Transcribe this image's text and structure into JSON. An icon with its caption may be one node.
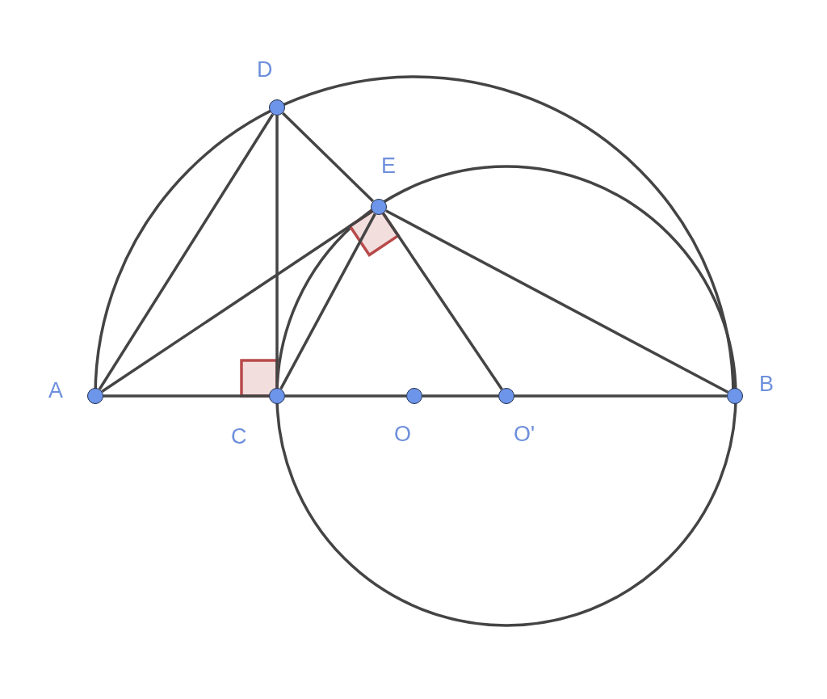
{
  "diagram": {
    "nodes": [
      {
        "text": [],
        "shape": "circle",
        "beside": [
          "D"
        ]
      },
      {
        "text": [],
        "shape": "circle",
        "beside": [
          "E"
        ]
      },
      {
        "text": [],
        "shape": "circle",
        "beside": [
          "A"
        ]
      },
      {
        "text": [],
        "shape": "circle",
        "beside": [
          "C"
        ]
      },
      {
        "text": [],
        "shape": "circle",
        "beside": [
          "O"
        ]
      },
      {
        "text": [],
        "shape": "circle",
        "beside": [
          "O'"
        ]
      },
      {
        "text": [],
        "shape": "circle",
        "beside": [
          "B"
        ]
      }
    ],
    "edges": [
      {
        "from": 2,
        "to": 3,
        "arrow": "none"
      },
      {
        "from": 3,
        "to": 4,
        "arrow": "none"
      },
      {
        "from": 4,
        "to": 5,
        "arrow": "none"
      },
      {
        "from": 5,
        "to": 6,
        "arrow": "none"
      },
      {
        "from": 2,
        "to": 0,
        "arrow": "none"
      },
      {
        "from": 0,
        "to": 3,
        "arrow": "none"
      },
      {
        "from": 0,
        "to": 1,
        "arrow": "none"
      },
      {
        "from": 1,
        "to": 6,
        "arrow": "none"
      },
      {
        "from": 2,
        "to": 1,
        "arrow": "none"
      },
      {
        "from": 3,
        "to": 1,
        "arrow": "none"
      },
      {
        "from": 1,
        "to": 5,
        "arrow": "none"
      }
    ]
  }
}
